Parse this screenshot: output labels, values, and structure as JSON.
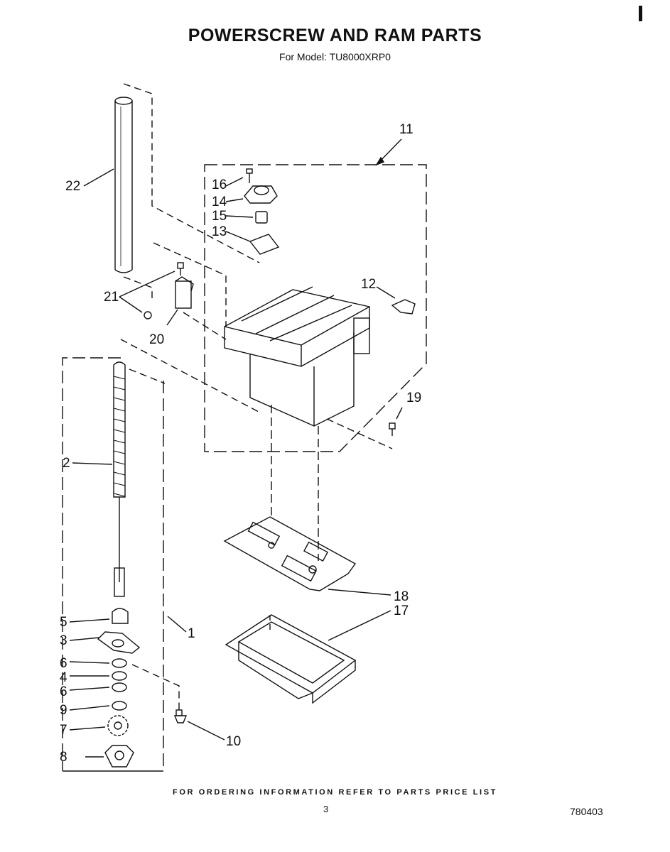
{
  "header": {
    "title": "POWERSCREW AND RAM PARTS",
    "subtitle": "For Model: TU8000XRP0"
  },
  "diagram": {
    "labels": [
      "1",
      "2",
      "3",
      "4",
      "5",
      "6",
      "6",
      "7",
      "8",
      "9",
      "10",
      "11",
      "12",
      "13",
      "14",
      "15",
      "16",
      "17",
      "18",
      "19",
      "20",
      "21",
      "22"
    ]
  },
  "footer": {
    "ordering_note": "FOR ORDERING INFORMATION REFER TO PARTS PRICE LIST",
    "page_number": "3",
    "doc_number": "780403"
  }
}
